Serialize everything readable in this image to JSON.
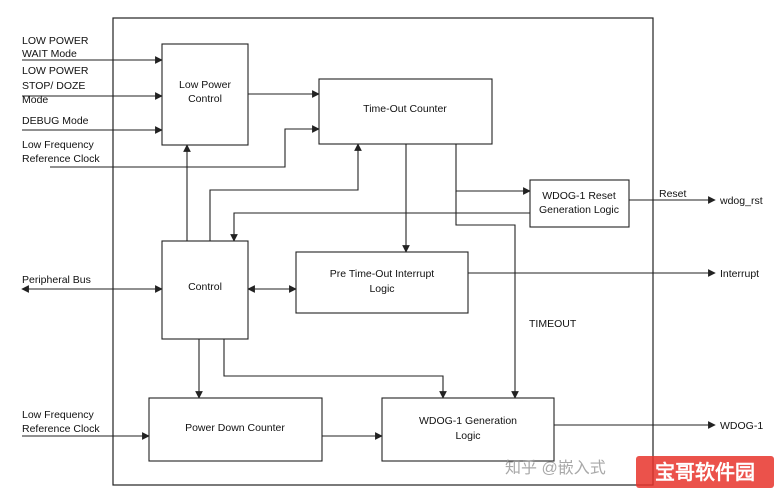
{
  "inputs": {
    "low_power_wait": [
      "LOW POWER",
      "WAIT Mode"
    ],
    "low_power_stop": [
      "LOW POWER",
      "STOP/ DOZE",
      " Mode"
    ],
    "debug": "DEBUG Mode",
    "lf_clock_top": [
      "Low Frequency",
      "Reference Clock"
    ],
    "peripheral_bus": "Peripheral Bus",
    "lf_clock_bottom": [
      "Low Frequency",
      "Reference Clock"
    ]
  },
  "blocks": {
    "low_power_control": [
      "Low Power",
      "Control"
    ],
    "timeout_counter": "Time-Out Counter",
    "control": "Control",
    "pre_timeout": [
      "Pre Time-Out Interrupt",
      "Logic"
    ],
    "reset_gen": [
      "WDOG-1 Reset",
      "Generation Logic"
    ],
    "power_down_counter": "Power Down Counter",
    "wdog_gen": [
      "WDOG-1 Generation",
      "Logic"
    ]
  },
  "labels": {
    "timeout": "TIMEOUT",
    "reset": "Reset"
  },
  "outputs": {
    "wdog_rst": "wdog_rst",
    "interrupt": "Interrupt",
    "wdog1": "WDOG-1"
  },
  "watermark": {
    "left": "知乎 @嵌入式",
    "badge": "宝哥软件园"
  }
}
